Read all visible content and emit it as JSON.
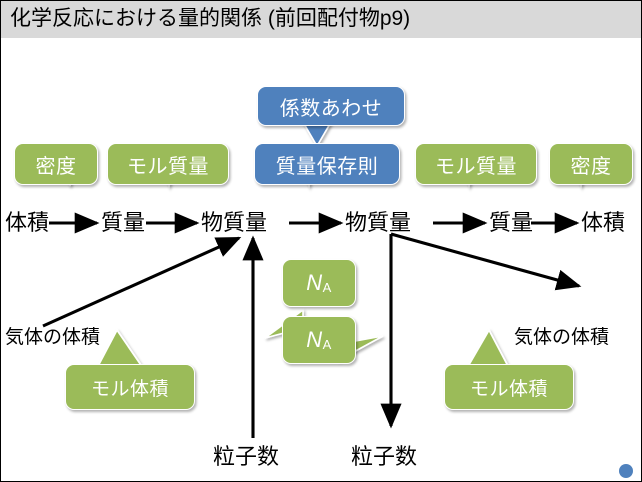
{
  "window": {
    "title": "化学反応における量的関係 (前回配付物p9)"
  },
  "colors": {
    "green": "#9BBB59",
    "blue": "#4F81BD",
    "titlebar": "#D9D9D9",
    "text": "#000000",
    "callout_text": "#FFFFFF"
  },
  "diagram": {
    "type": "flowchart",
    "top_callout": {
      "label": "係数あわせ",
      "color": "blue"
    },
    "method_callouts": [
      {
        "label": "密度",
        "color": "green",
        "points_to": "体積→質量 (left)"
      },
      {
        "label": "モル質量",
        "color": "green",
        "points_to": "質量→物質量 (left)"
      },
      {
        "label": "質量保存則",
        "color": "blue",
        "points_to": "物質量→物質量 (center)"
      },
      {
        "label": "モル質量",
        "color": "green",
        "points_to": "物質量→質量 (right)"
      },
      {
        "label": "密度",
        "color": "green",
        "points_to": "質量→体積 (right)"
      }
    ],
    "flow_chain": [
      "体積",
      "質量",
      "物質量",
      "物質量",
      "質量",
      "体積"
    ],
    "branch_labels": {
      "gas_volume_left": "気体の体積",
      "gas_volume_right": "気体の体積",
      "particles_left": "粒子数",
      "particles_right": "粒子数"
    },
    "molar_volume_callouts": [
      {
        "label": "モル体積",
        "color": "green",
        "side": "left"
      },
      {
        "label": "モル体積",
        "color": "green",
        "side": "right"
      }
    ],
    "avogadro_callouts": [
      {
        "symbol": "N",
        "subscript": "A",
        "color": "green",
        "side": "left-upper"
      },
      {
        "symbol": "N",
        "subscript": "A",
        "color": "green",
        "side": "left-lower"
      }
    ],
    "marker": {
      "name": "blue-dot",
      "color": "#4F81BD"
    }
  }
}
